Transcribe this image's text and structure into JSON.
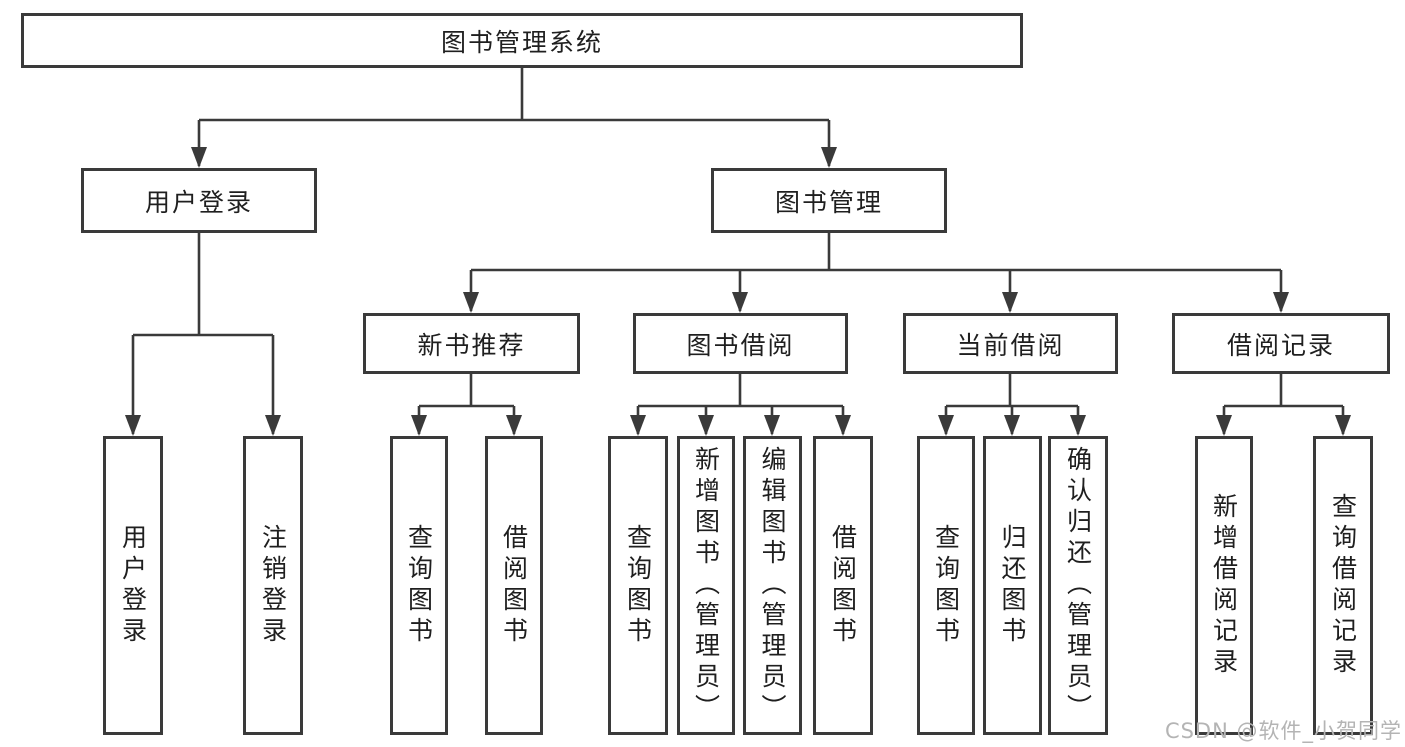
{
  "diagram_title": "图书管理系统",
  "tree": {
    "root": {
      "label": "图书管理系统"
    },
    "children": [
      {
        "label": "用户登录",
        "children": [
          {
            "label": "用户登录"
          },
          {
            "label": "注销登录"
          }
        ]
      },
      {
        "label": "图书管理",
        "children": [
          {
            "label": "新书推荐",
            "children": [
              {
                "label": "查询图书"
              },
              {
                "label": "借阅图书"
              }
            ]
          },
          {
            "label": "图书借阅",
            "children": [
              {
                "label": "查询图书"
              },
              {
                "label": "新增图书（管理员）"
              },
              {
                "label": "编辑图书（管理员）"
              },
              {
                "label": "借阅图书"
              }
            ]
          },
          {
            "label": "当前借阅",
            "children": [
              {
                "label": "查询图书"
              },
              {
                "label": "归还图书"
              },
              {
                "label": "确认归还（管理员）"
              }
            ]
          },
          {
            "label": "借阅记录",
            "children": [
              {
                "label": "新增借阅记录"
              },
              {
                "label": "查询借阅记录"
              }
            ]
          }
        ]
      }
    ]
  },
  "watermark": {
    "text": "CSDN @软件_小贺同学"
  },
  "colors": {
    "line": "#3a3a3a",
    "box_border": "#3a3a3a",
    "box_background": "#ffffff",
    "text": "#1f1f1f",
    "watermark": "#b4b4b4",
    "page_background": "#ffffff"
  }
}
